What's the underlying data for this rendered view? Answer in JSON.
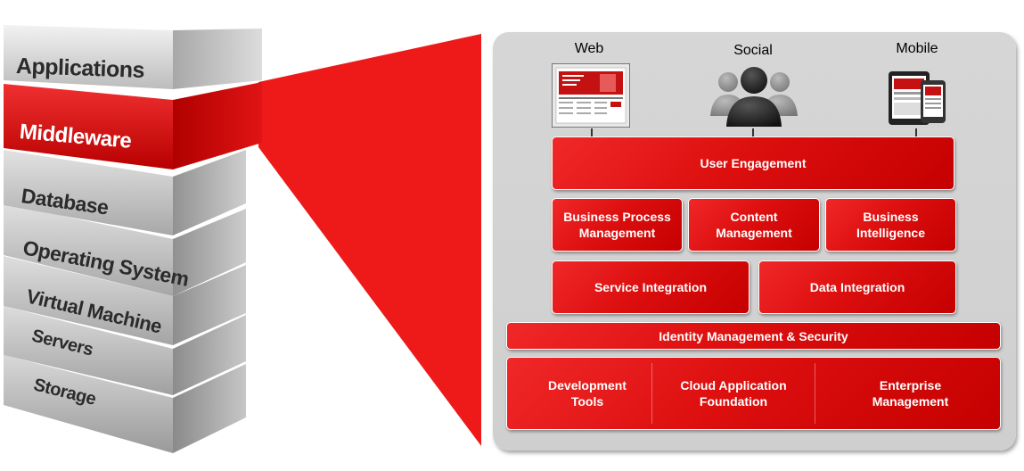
{
  "stack": {
    "layers": [
      {
        "label": "Applications"
      },
      {
        "label": "Middleware"
      },
      {
        "label": "Database"
      },
      {
        "label": "Operating System"
      },
      {
        "label": "Virtual Machine"
      },
      {
        "label": "Servers"
      },
      {
        "label": "Storage"
      }
    ],
    "highlighted": "Middleware"
  },
  "channels": [
    {
      "label": "Web",
      "icon": "web-browser-icon"
    },
    {
      "label": "Social",
      "icon": "people-icon"
    },
    {
      "label": "Mobile",
      "icon": "mobile-devices-icon"
    }
  ],
  "middleware": {
    "user_engagement": "User Engagement",
    "bpm": "Business Process Management",
    "content": "Content Management",
    "bi": "Business Intelligence",
    "service_integration": "Service Integration",
    "data_integration": "Data Integration",
    "identity": "Identity Management & Security",
    "dev_tools": "Development Tools",
    "cloud_foundation": "Cloud Application Foundation",
    "enterprise_mgmt": "Enterprise Management"
  },
  "colors": {
    "accent_red": "#dd0f0f",
    "panel_gray": "#d3d3d3"
  }
}
